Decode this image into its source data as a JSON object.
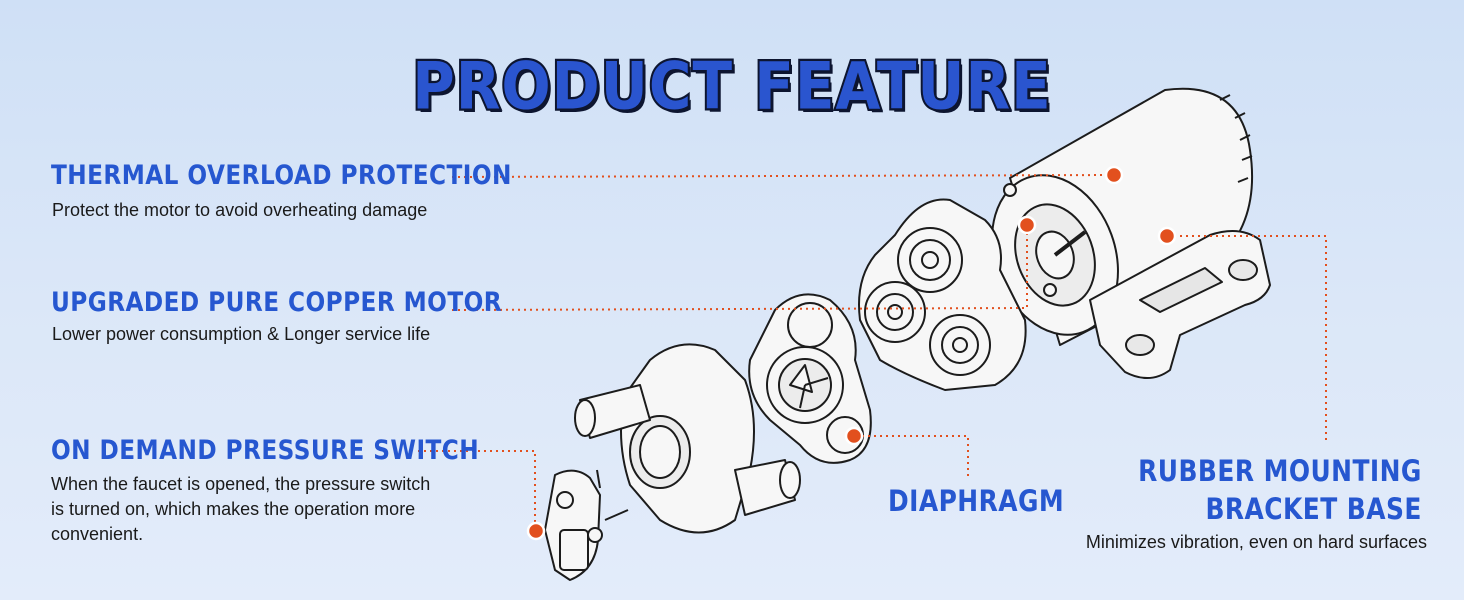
{
  "title": "PRODUCT FEATURE",
  "features": {
    "thermal": {
      "title": "THERMAL OVERLOAD PROTECTION",
      "desc": "Protect the motor to avoid overheating damage"
    },
    "motor": {
      "title": "UPGRADED PURE COPPER MOTOR",
      "desc": "Lower power consumption & Longer service life"
    },
    "switch": {
      "title": "ON DEMAND PRESSURE SWITCH",
      "desc_lines": [
        "When the faucet is opened, the pressure switch",
        "is turned on, which makes the operation more",
        "convenient."
      ]
    },
    "diaphragm": {
      "title": "DIAPHRAGM"
    },
    "bracket": {
      "title_lines": [
        "RUBBER MOUNTING",
        "BRACKET BASE"
      ],
      "desc": "Minimizes vibration, even on hard surfaces"
    }
  },
  "colors": {
    "accent_blue": "#2657d0",
    "callout_orange": "#e2501e",
    "line_art": "#1c1c1c"
  },
  "icons": [
    "pump-motor-illustration",
    "pressure-switch-illustration",
    "callout-dot"
  ]
}
